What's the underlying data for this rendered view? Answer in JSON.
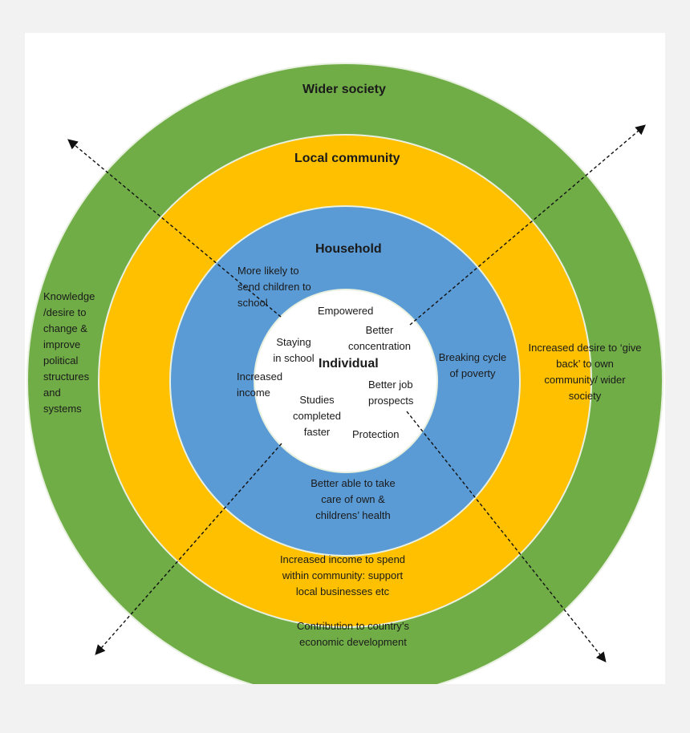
{
  "colors": {
    "wider_society": "#70ad47",
    "local_community": "#ffc000",
    "household": "#5b9bd5",
    "individual": "#ffffff",
    "ring_border": "#e8f0e0",
    "arrow": "#111111"
  },
  "rings": {
    "wider_society": {
      "title": "Wider society",
      "left_text": "Knowledge\n/desire to\nchange &\nimprove\npolitical\nstructures\nand\nsystems",
      "bottom_text": "Contribution to country’s\neconomic development"
    },
    "local_community": {
      "title": "Local community",
      "right_text": "Increased desire to ‘give\nback’ to own\ncommunity/ wider\nsociety",
      "bottom_text": "Increased income to spend\nwithin community: support\nlocal businesses etc"
    },
    "household": {
      "title": "Household",
      "top_left_text": "More likely to\nsend children to\nschool",
      "right_text": "Breaking cycle\nof poverty",
      "left_text": "Increased\nincome",
      "bottom_text": "Better able to take\ncare of own &\nchildrens’ health"
    },
    "individual": {
      "title": "Individual",
      "items": {
        "empowered": "Empowered",
        "better_concentration": "Better\nconcentration",
        "staying_in_school": "Staying\nin school",
        "better_job_prospects": "Better job\nprospects",
        "studies_completed_faster": "Studies\ncompleted\nfaster",
        "protection": "Protection"
      }
    }
  }
}
